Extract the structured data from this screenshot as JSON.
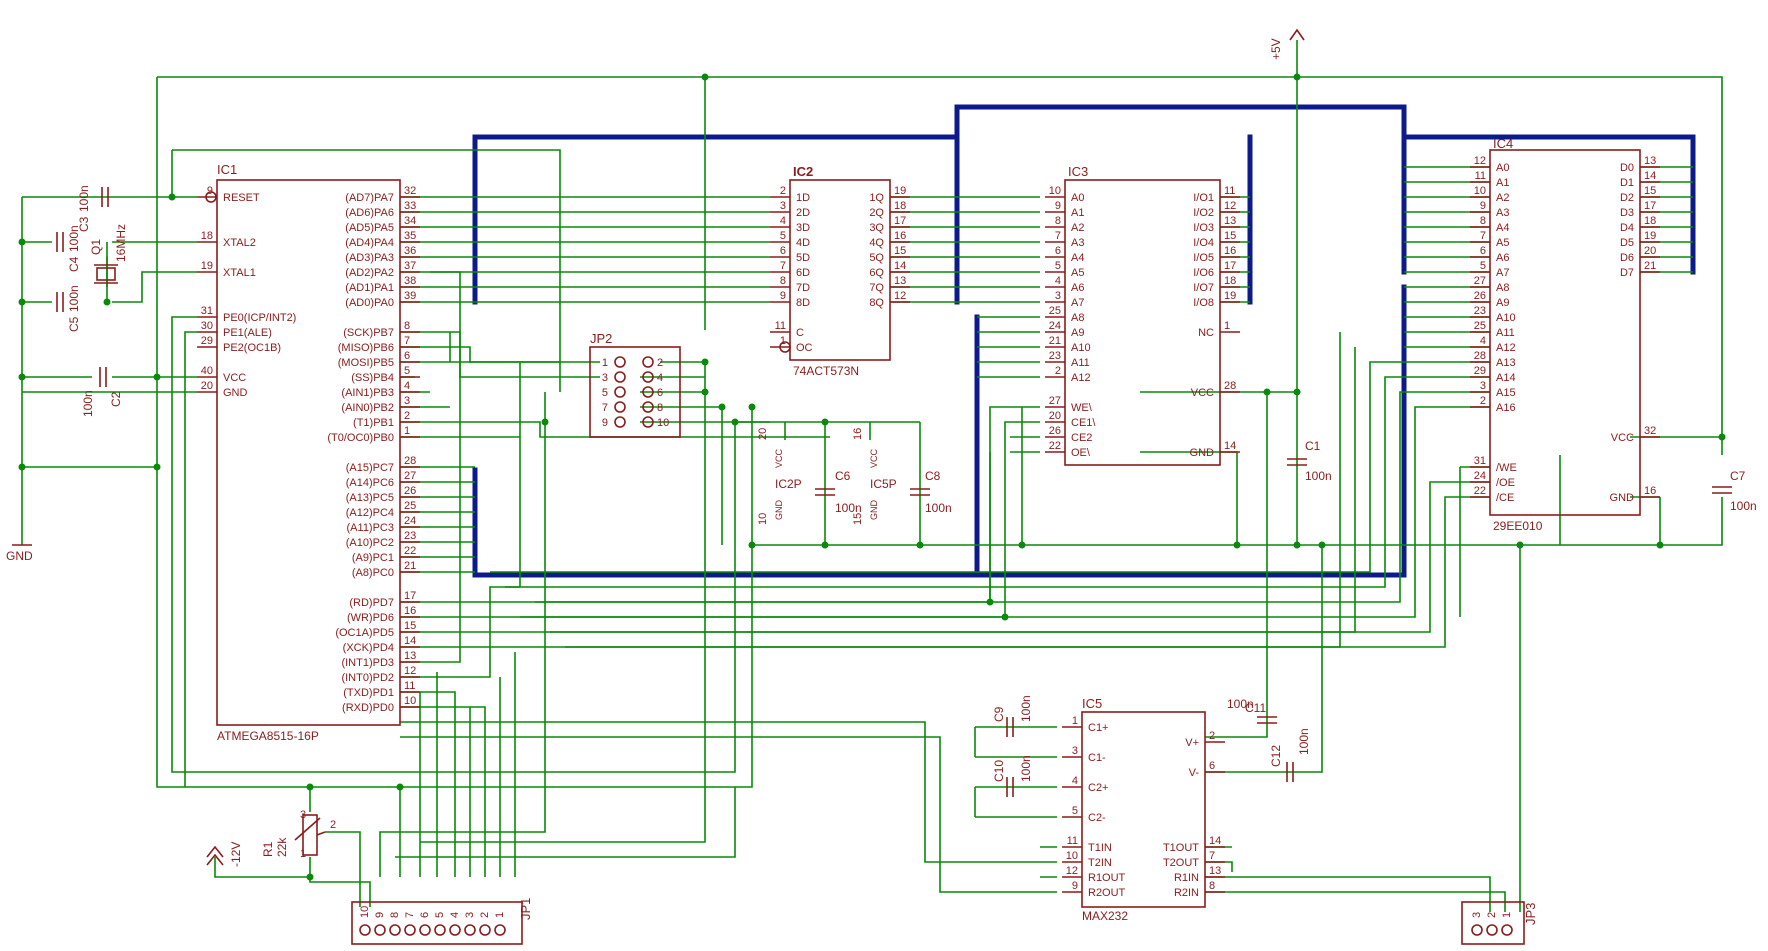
{
  "colors": {
    "wire": "#0a8a0a",
    "bus": "#0c1a8c",
    "part": "#8a1c1c"
  },
  "ic1": {
    "ref": "IC1",
    "value": "ATMEGA8515-16P",
    "left": [
      [
        "9",
        "RESET"
      ],
      [
        "18",
        "XTAL2"
      ],
      [
        "19",
        "XTAL1"
      ],
      [
        "31",
        "PE0(ICP/INT2)"
      ],
      [
        "30",
        "PE1(ALE)"
      ],
      [
        "29",
        "PE2(OC1B)"
      ],
      [
        "40",
        "VCC"
      ],
      [
        "20",
        "GND"
      ]
    ],
    "right": [
      [
        "32",
        "(AD7)PA7"
      ],
      [
        "33",
        "(AD6)PA6"
      ],
      [
        "34",
        "(AD5)PA5"
      ],
      [
        "35",
        "(AD4)PA4"
      ],
      [
        "36",
        "(AD3)PA3"
      ],
      [
        "37",
        "(AD2)PA2"
      ],
      [
        "38",
        "(AD1)PA1"
      ],
      [
        "39",
        "(AD0)PA0"
      ],
      [
        "8",
        "(SCK)PB7"
      ],
      [
        "7",
        "(MISO)PB6"
      ],
      [
        "6",
        "(MOSI)PB5"
      ],
      [
        "5",
        "(SS)PB4"
      ],
      [
        "4",
        "(AIN1)PB3"
      ],
      [
        "3",
        "(AIN0)PB2"
      ],
      [
        "2",
        "(T1)PB1"
      ],
      [
        "1",
        "(T0/OC0)PB0"
      ],
      [
        "28",
        "(A15)PC7"
      ],
      [
        "27",
        "(A14)PC6"
      ],
      [
        "26",
        "(A13)PC5"
      ],
      [
        "25",
        "(A12)PC4"
      ],
      [
        "24",
        "(A11)PC3"
      ],
      [
        "23",
        "(A10)PC2"
      ],
      [
        "22",
        "(A9)PC1"
      ],
      [
        "21",
        "(A8)PC0"
      ],
      [
        "17",
        "(RD)PD7"
      ],
      [
        "16",
        "(WR)PD6"
      ],
      [
        "15",
        "(OC1A)PD5"
      ],
      [
        "14",
        "(XCK)PD4"
      ],
      [
        "13",
        "(INT1)PD3"
      ],
      [
        "12",
        "(INT0)PD2"
      ],
      [
        "11",
        "(TXD)PD1"
      ],
      [
        "10",
        "(RXD)PD0"
      ]
    ]
  },
  "ic2": {
    "ref": "IC2",
    "value": "74ACT573N",
    "left": [
      [
        "2",
        "1D"
      ],
      [
        "3",
        "2D"
      ],
      [
        "4",
        "3D"
      ],
      [
        "5",
        "4D"
      ],
      [
        "6",
        "5D"
      ],
      [
        "7",
        "6D"
      ],
      [
        "8",
        "7D"
      ],
      [
        "9",
        "8D"
      ],
      [
        "11",
        "C"
      ],
      [
        "1",
        "OC"
      ]
    ],
    "right": [
      [
        "19",
        "1Q"
      ],
      [
        "18",
        "2Q"
      ],
      [
        "17",
        "3Q"
      ],
      [
        "16",
        "4Q"
      ],
      [
        "15",
        "5Q"
      ],
      [
        "14",
        "6Q"
      ],
      [
        "13",
        "7Q"
      ],
      [
        "12",
        "8Q"
      ]
    ]
  },
  "ic3": {
    "ref": "IC3",
    "left": [
      [
        "10",
        "A0"
      ],
      [
        "9",
        "A1"
      ],
      [
        "8",
        "A2"
      ],
      [
        "7",
        "A3"
      ],
      [
        "6",
        "A4"
      ],
      [
        "5",
        "A5"
      ],
      [
        "4",
        "A6"
      ],
      [
        "3",
        "A7"
      ],
      [
        "25",
        "A8"
      ],
      [
        "24",
        "A9"
      ],
      [
        "21",
        "A10"
      ],
      [
        "23",
        "A11"
      ],
      [
        "2",
        "A12"
      ],
      [
        "27",
        "WE\\"
      ],
      [
        "20",
        "CE1\\"
      ],
      [
        "26",
        "CE2"
      ],
      [
        "22",
        "OE\\"
      ]
    ],
    "right": [
      [
        "11",
        "I/O1"
      ],
      [
        "12",
        "I/O2"
      ],
      [
        "13",
        "I/O3"
      ],
      [
        "15",
        "I/O4"
      ],
      [
        "16",
        "I/O5"
      ],
      [
        "17",
        "I/O6"
      ],
      [
        "18",
        "I/O7"
      ],
      [
        "19",
        "I/O8"
      ],
      [
        "1",
        "NC"
      ],
      [
        "28",
        "VCC"
      ],
      [
        "14",
        "GND"
      ]
    ]
  },
  "ic4": {
    "ref": "IC4",
    "value": "29EE010",
    "left": [
      [
        "12",
        "A0"
      ],
      [
        "11",
        "A1"
      ],
      [
        "10",
        "A2"
      ],
      [
        "9",
        "A3"
      ],
      [
        "8",
        "A4"
      ],
      [
        "7",
        "A5"
      ],
      [
        "6",
        "A6"
      ],
      [
        "5",
        "A7"
      ],
      [
        "27",
        "A8"
      ],
      [
        "26",
        "A9"
      ],
      [
        "23",
        "A10"
      ],
      [
        "25",
        "A11"
      ],
      [
        "4",
        "A12"
      ],
      [
        "28",
        "A13"
      ],
      [
        "29",
        "A14"
      ],
      [
        "3",
        "A15"
      ],
      [
        "2",
        "A16"
      ],
      [
        "31",
        "/WE"
      ],
      [
        "24",
        "/OE"
      ],
      [
        "22",
        "/CE"
      ]
    ],
    "right": [
      [
        "13",
        "D0"
      ],
      [
        "14",
        "D1"
      ],
      [
        "15",
        "D2"
      ],
      [
        "17",
        "D3"
      ],
      [
        "18",
        "D4"
      ],
      [
        "19",
        "D5"
      ],
      [
        "20",
        "D6"
      ],
      [
        "21",
        "D7"
      ],
      [
        "32",
        "VCC"
      ],
      [
        "16",
        "GND"
      ]
    ]
  },
  "ic5": {
    "ref": "IC5",
    "value": "MAX232",
    "left": [
      [
        "1",
        "C1+"
      ],
      [
        "3",
        "C1-"
      ],
      [
        "4",
        "C2+"
      ],
      [
        "5",
        "C2-"
      ],
      [
        "11",
        "T1IN"
      ],
      [
        "10",
        "T2IN"
      ],
      [
        "12",
        "R1OUT"
      ],
      [
        "9",
        "R2OUT"
      ]
    ],
    "right": [
      [
        "2",
        "V+"
      ],
      [
        "6",
        "V-"
      ],
      [
        "14",
        "T1OUT"
      ],
      [
        "7",
        "T2OUT"
      ],
      [
        "13",
        "R1IN"
      ],
      [
        "8",
        "R2IN"
      ]
    ]
  },
  "jp2": {
    "ref": "JP2",
    "pins": [
      "1",
      "2",
      "3",
      "4",
      "5",
      "6",
      "7",
      "8",
      "9",
      "10"
    ]
  },
  "jp1": {
    "ref": "JP1",
    "pins": [
      "10",
      "9",
      "8",
      "7",
      "6",
      "5",
      "4",
      "3",
      "2",
      "1"
    ]
  },
  "jp3": {
    "ref": "JP3",
    "pins": [
      "3",
      "2",
      "1"
    ]
  },
  "caps": [
    {
      "ref": "C3",
      "value": "100n"
    },
    {
      "ref": "C4",
      "value": "100n"
    },
    {
      "ref": "C5",
      "value": "100n"
    },
    {
      "ref": "C2",
      "value": "100n"
    },
    {
      "ref": "C6",
      "value": "100n"
    },
    {
      "ref": "C8",
      "value": "100n"
    },
    {
      "ref": "C1",
      "value": "100n"
    },
    {
      "ref": "C7",
      "value": "100n"
    },
    {
      "ref": "C9",
      "value": "100n"
    },
    {
      "ref": "C10",
      "value": "100n"
    },
    {
      "ref": "C11",
      "value": "100n"
    },
    {
      "ref": "C12",
      "value": "100n"
    }
  ],
  "crystal": {
    "ref": "Q1",
    "value": "16MHz"
  },
  "pot": {
    "ref": "R1",
    "value": "22k",
    "pins": [
      "3",
      "2",
      "1"
    ]
  },
  "power": {
    "vplus": "+5V",
    "vminus": "-12V",
    "gnd": "GND"
  },
  "ic2p": {
    "ref": "IC2P",
    "vcc_pin": "20",
    "gnd_pin": "10",
    "vcc": "VCC",
    "gnd": "GND"
  },
  "ic5p": {
    "ref": "IC5P",
    "vcc_pin": "16",
    "gnd_pin": "15",
    "vcc": "VCC",
    "gnd": "GND"
  }
}
